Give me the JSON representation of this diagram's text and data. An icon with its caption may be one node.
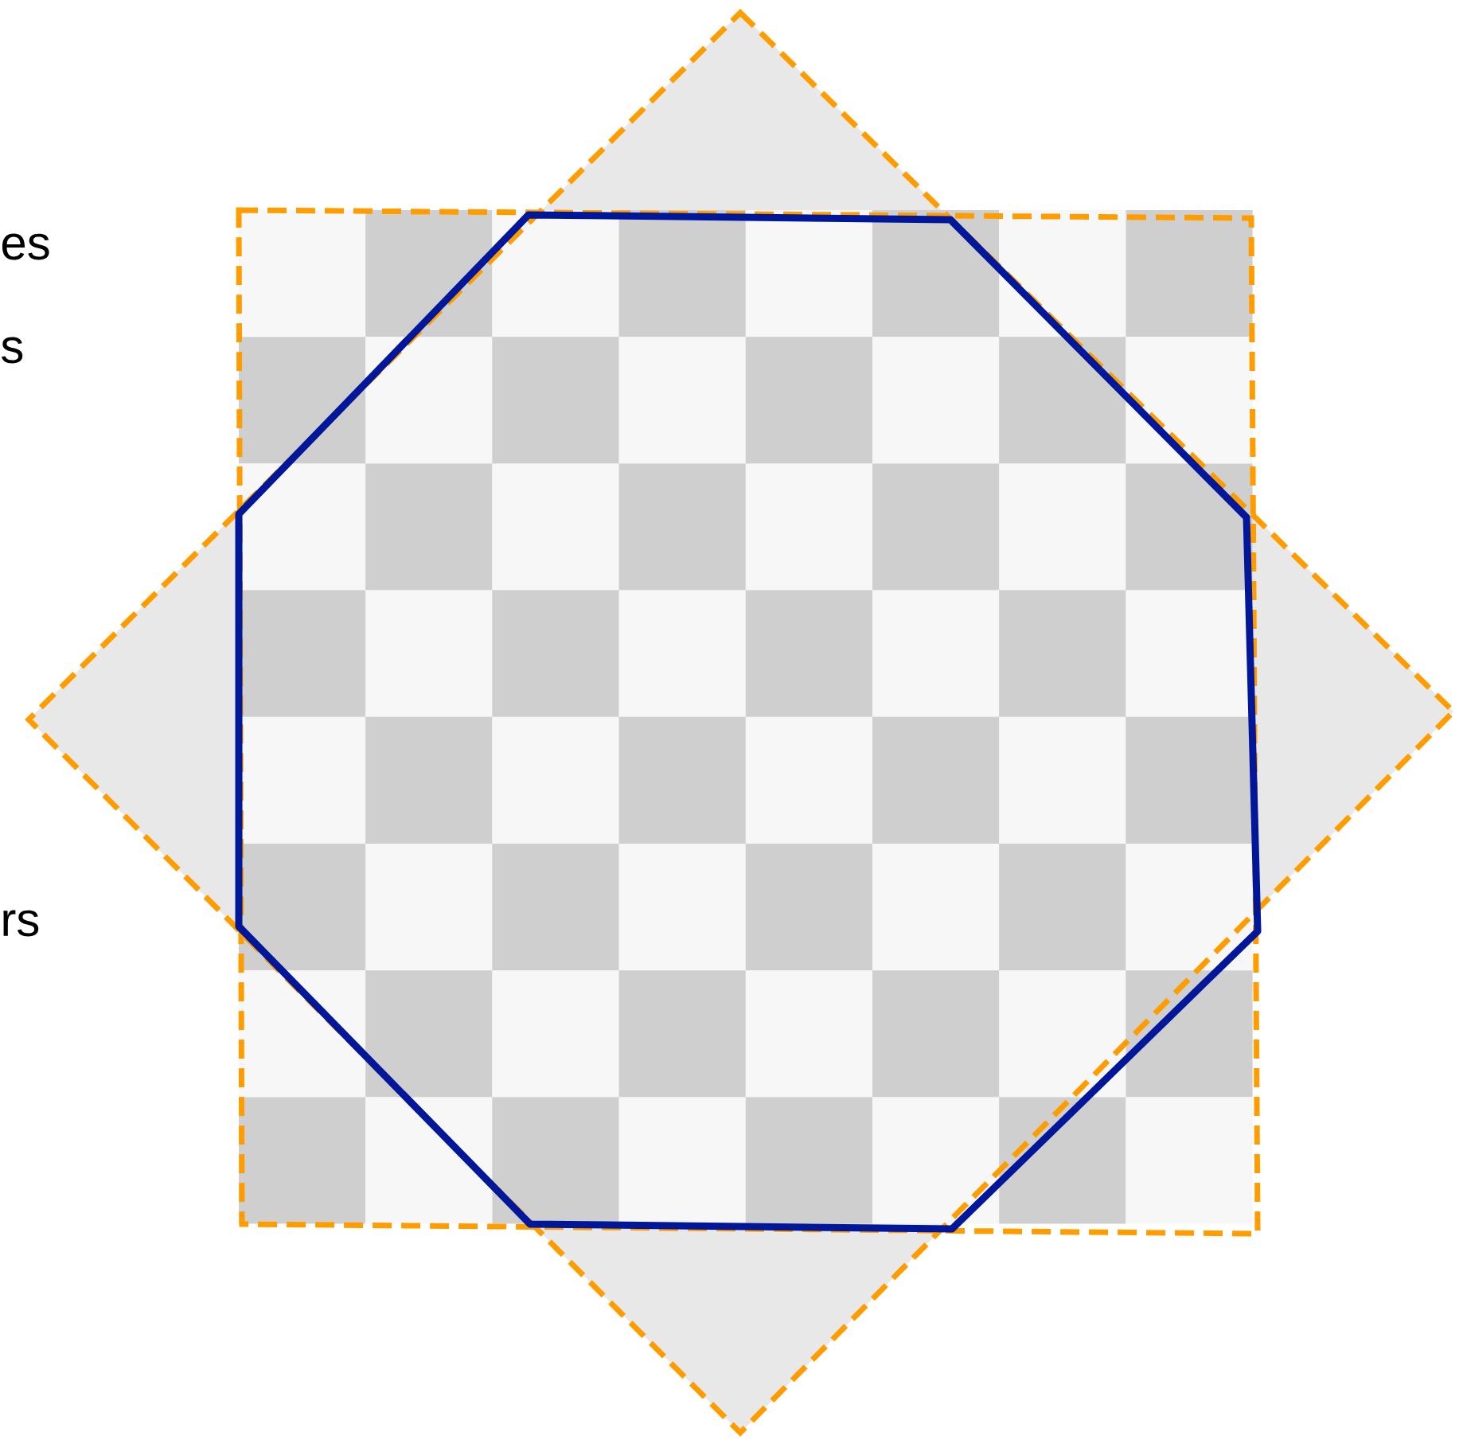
{
  "diagram": {
    "labels": [
      "es",
      "s",
      "rs"
    ]
  }
}
